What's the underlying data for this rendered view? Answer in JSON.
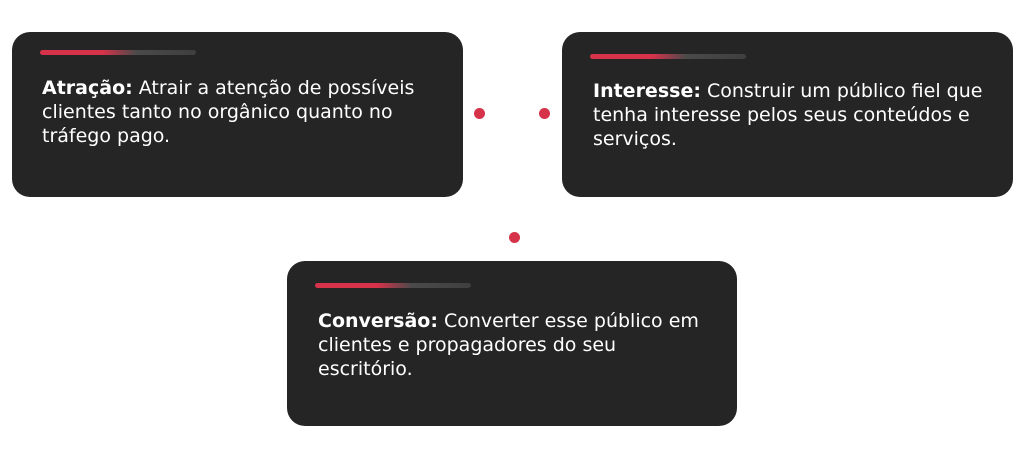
{
  "cards": [
    {
      "title": "Atração:",
      "text": " Atrair a atenção de possíveis clientes tanto no orgânico quanto no tráfego pago."
    },
    {
      "title": "Interesse:",
      "text": " Construir um público fiel que tenha interesse pelos seus conteúdos e serviços."
    },
    {
      "title": "Conversão:",
      "text": " Converter esse público em clientes e propagadores do seu escritório."
    }
  ],
  "colors": {
    "card_background": "#252525",
    "accent": "#d6324a",
    "text": "#ffffff"
  }
}
